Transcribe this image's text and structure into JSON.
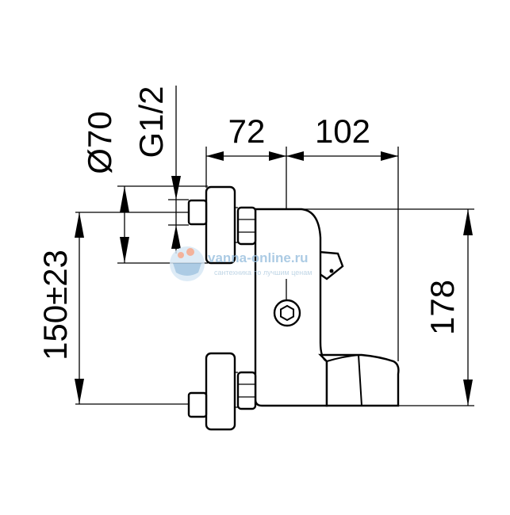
{
  "dimensions": {
    "d70": "Ø70",
    "g12": "G1/2",
    "w72": "72",
    "w102": "102",
    "h150": "150±23",
    "h178": "178"
  },
  "watermark": {
    "site": "vanna-online.ru",
    "tagline": "сантехника по лучшим ценам",
    "icon": "bathtub-logo"
  }
}
